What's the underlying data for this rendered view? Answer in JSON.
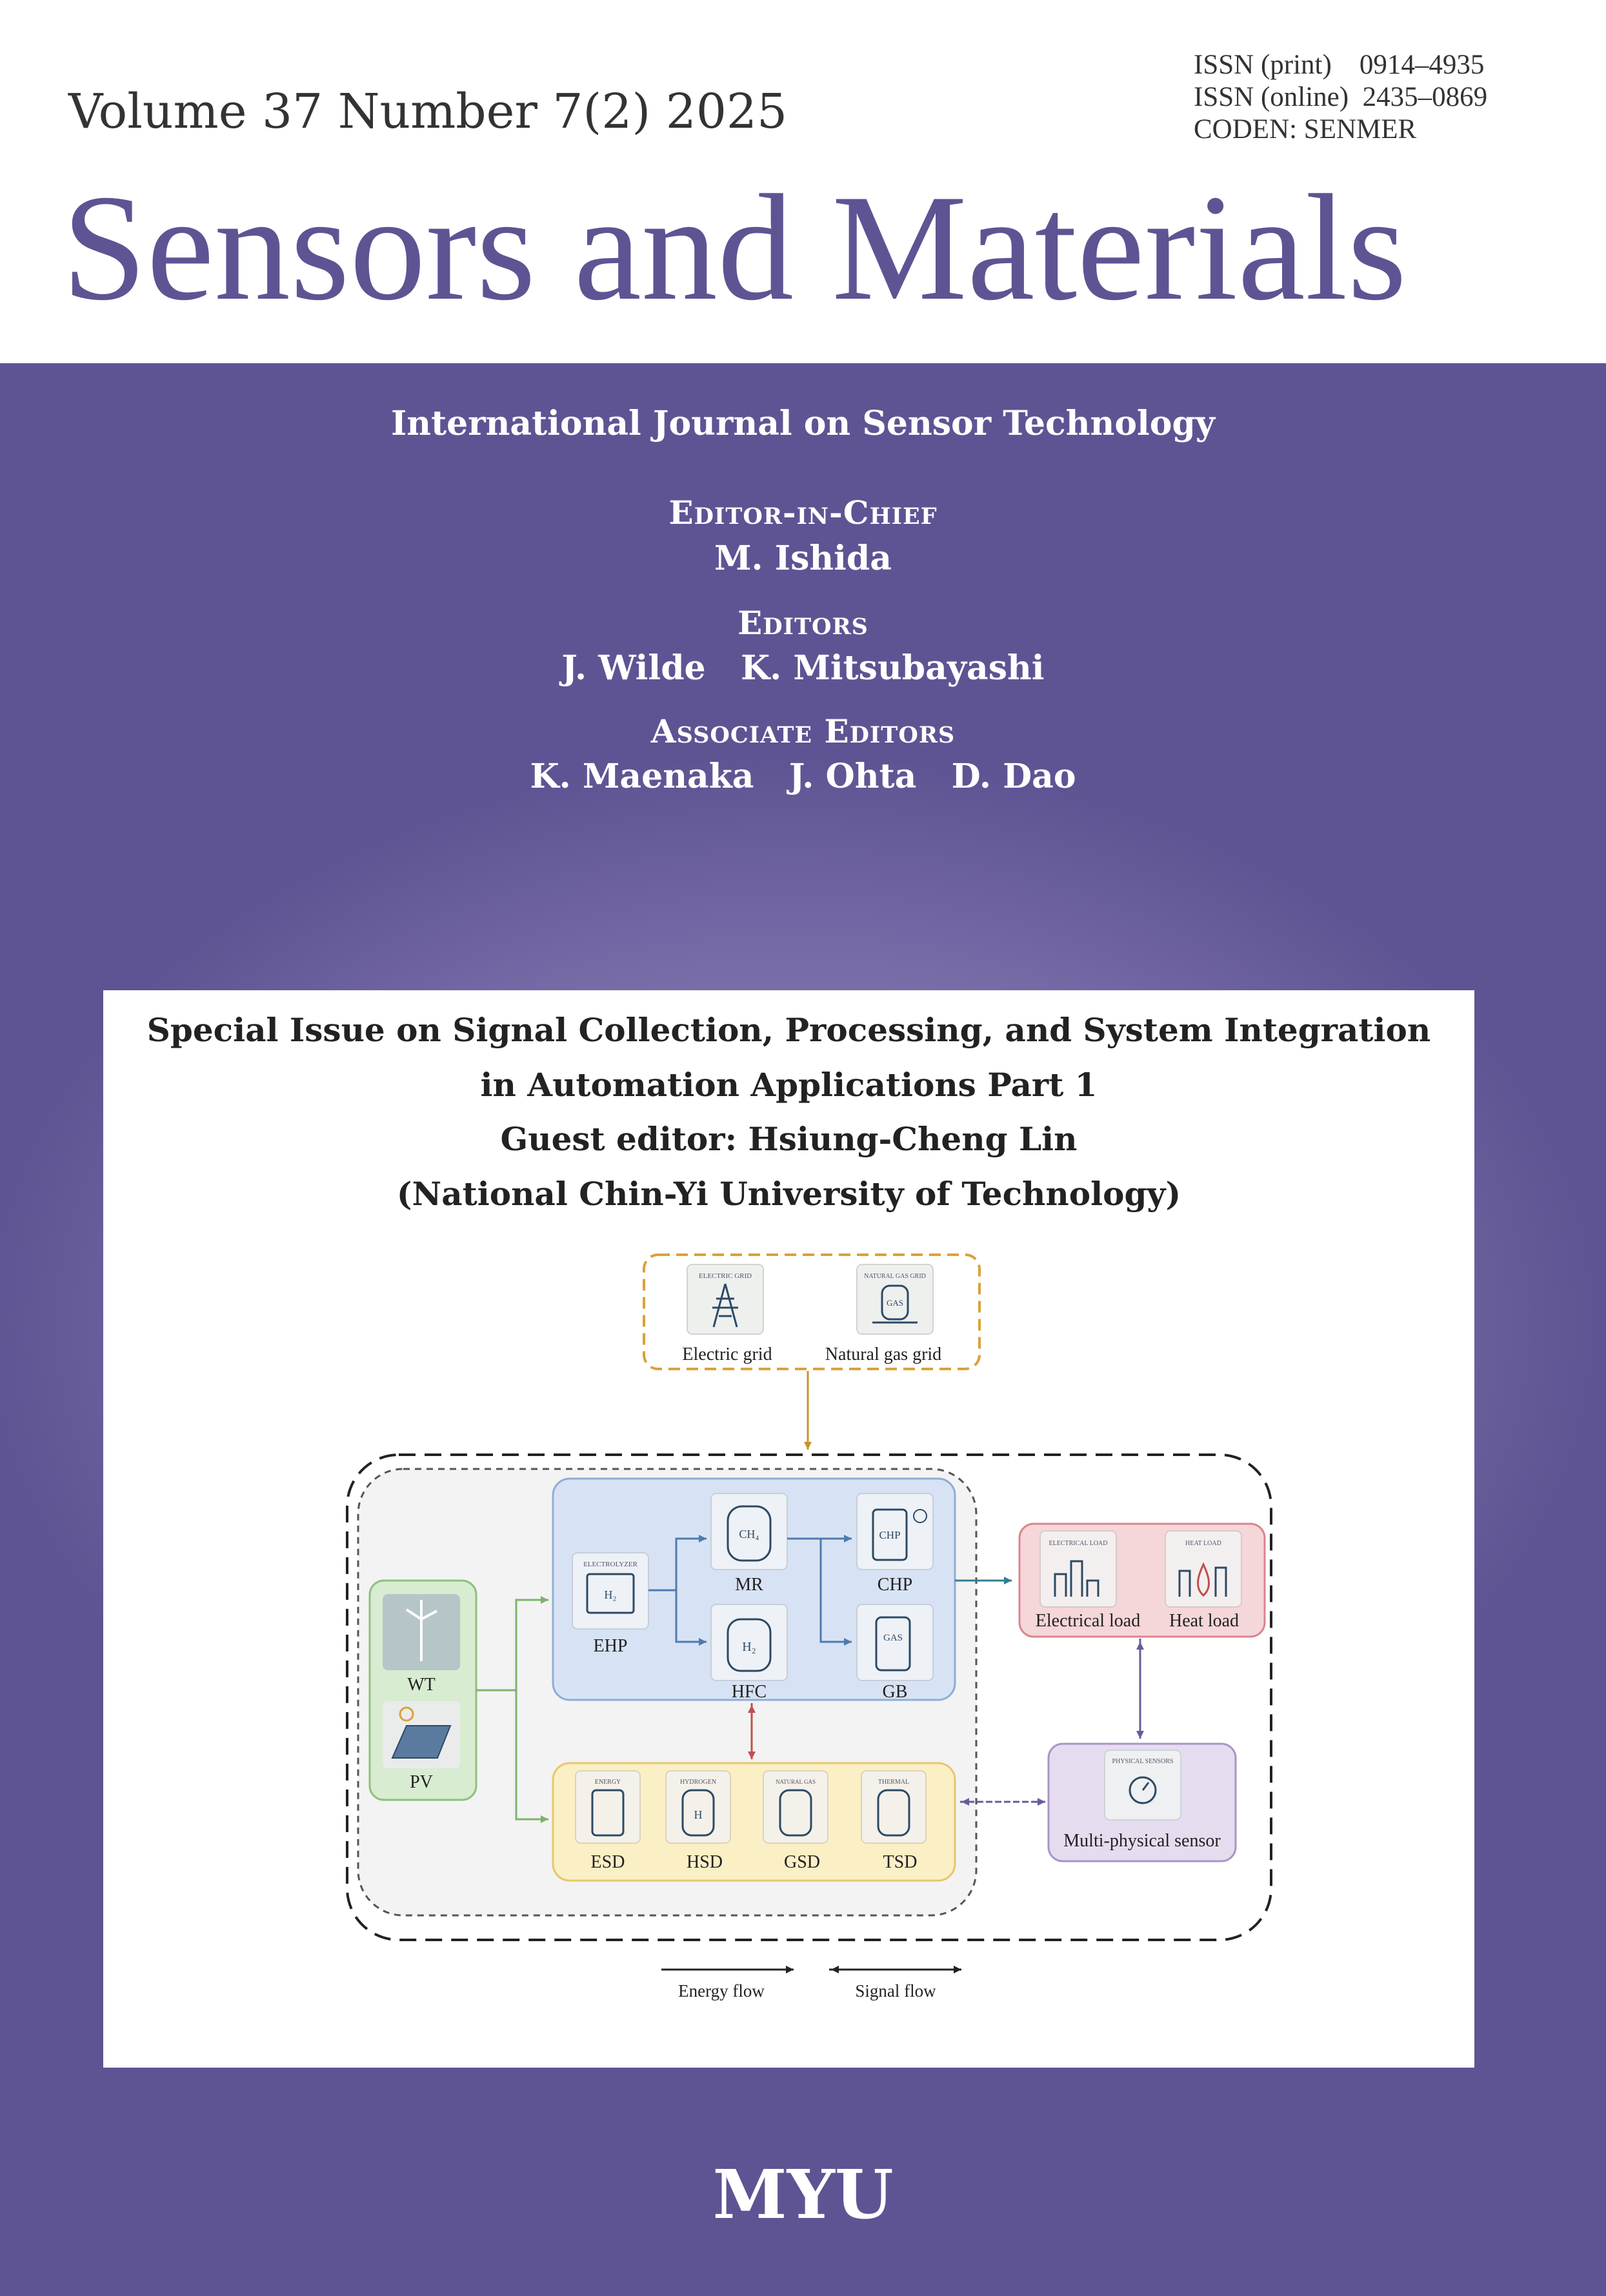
{
  "header": {
    "volume": "Volume 37 Number 7(2) 2025",
    "issn_print_label": "ISSN (print)",
    "issn_print": "0914–4935",
    "issn_online_label": "ISSN (online)",
    "issn_online": "2435–0869",
    "coden": "CODEN: SENMER",
    "journal_title": "Sensors and Materials"
  },
  "masthead": {
    "subtitle": "International Journal on Sensor Technology",
    "editor_in_chief_label": "Editor-in-Chief",
    "editor_in_chief": "M. Ishida",
    "editors_label": "Editors",
    "editors": "J. Wilde   K. Mitsubayashi",
    "associate_editors_label": "Associate Editors",
    "associate_editors": "K. Maenaka   J. Ohta   D. Dao"
  },
  "special_issue": {
    "line1": "Special Issue on Signal Collection, Processing, and System Integration",
    "line2": "in Automation Applications Part 1",
    "guest_editor": "Guest editor: Hsiung-Cheng Lin",
    "affiliation": "(National Chin-Yi University of Technology)"
  },
  "diagram": {
    "grid": {
      "electric_grid": "Electric grid",
      "electric_grid_icon_caption": "ELECTRIC GRID",
      "gas_grid": "Natural gas grid",
      "gas_grid_icon_caption": "NATURAL GAS GRID"
    },
    "sources": {
      "wt": "WT",
      "pv": "PV"
    },
    "conversion": {
      "ehp": "EHP",
      "ehp_icon_caption": "ELECTROLYZER",
      "mr": "MR",
      "hfc": "HFC",
      "chp": "CHP",
      "gb": "GB"
    },
    "loads": {
      "electrical": "Electrical load",
      "electrical_icon_caption": "ELECTRICAL LOAD",
      "heat": "Heat load",
      "heat_icon_caption": "HEAT LOAD"
    },
    "storage": {
      "esd": "ESD",
      "esd_icon_caption": "ENERGY",
      "hsd": "HSD",
      "hsd_icon_caption": "HYDROGEN",
      "gsd": "GSD",
      "gsd_icon_caption": "NATURAL GAS",
      "tsd": "TSD",
      "tsd_icon_caption": "THERMAL"
    },
    "sensor": {
      "label": "Multi-physical sensor",
      "icon_caption": "PHYSICAL SENSORS"
    },
    "legend": {
      "energy": "Energy flow",
      "signal": "Signal flow"
    },
    "colors": {
      "grid_border": "#d9a13a",
      "source_fill": "#d8ecd2",
      "conversion_fill": "#d7e3f4",
      "load_fill": "#f5d6d9",
      "storage_fill": "#fbefc6",
      "sensor_fill": "#e6dcef"
    }
  },
  "publisher": "MYU",
  "colors": {
    "brand_purple": "#5f5493"
  }
}
